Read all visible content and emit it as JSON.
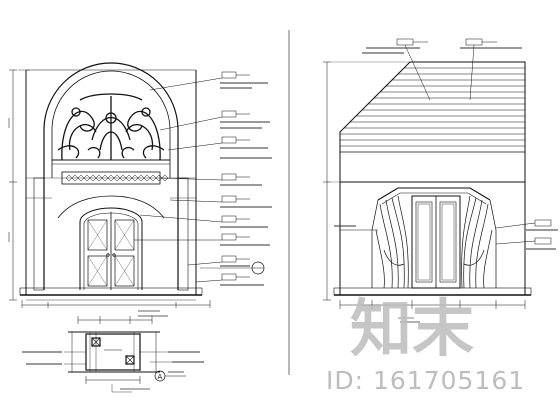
{
  "watermark": {
    "id_text": "ID: 161705161",
    "logo_text": "知末"
  },
  "icons": {
    "section_symbol": "section-circle-icon",
    "section_symbol_letter": "A"
  },
  "colors": {
    "line": "#111111",
    "watermark": "#bdbdbd",
    "background": "#ffffff"
  }
}
